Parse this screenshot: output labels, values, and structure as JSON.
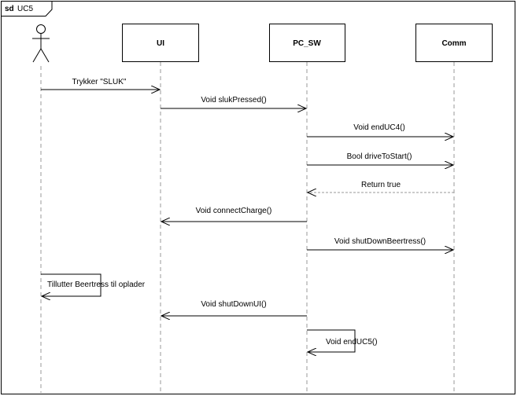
{
  "frame": {
    "kind": "sd",
    "name": "UC5"
  },
  "lifelines": [
    {
      "id": "actor",
      "label": ""
    },
    {
      "id": "ui",
      "label": "UI"
    },
    {
      "id": "pc_sw",
      "label": "PC_SW"
    },
    {
      "id": "comm",
      "label": "Comm"
    }
  ],
  "messages": [
    {
      "from": "actor",
      "to": "ui",
      "label": "Trykker \"SLUK\"",
      "kind": "sync"
    },
    {
      "from": "ui",
      "to": "pc_sw",
      "label": "Void slukPressed()",
      "kind": "sync"
    },
    {
      "from": "pc_sw",
      "to": "comm",
      "label": "Void endUC4()",
      "kind": "sync"
    },
    {
      "from": "pc_sw",
      "to": "comm",
      "label": "Bool driveToStart()",
      "kind": "sync"
    },
    {
      "from": "comm",
      "to": "pc_sw",
      "label": "Return true",
      "kind": "return"
    },
    {
      "from": "pc_sw",
      "to": "ui",
      "label": "Void connectCharge()",
      "kind": "sync"
    },
    {
      "from": "pc_sw",
      "to": "comm",
      "label": "Void shutDownBeertress()",
      "kind": "sync"
    },
    {
      "from": "actor",
      "to": "actor",
      "label": "Tillutter Beertress til oplader",
      "kind": "self"
    },
    {
      "from": "pc_sw",
      "to": "ui",
      "label": "Void shutDownUI()",
      "kind": "sync"
    },
    {
      "from": "pc_sw",
      "to": "pc_sw",
      "label": "Void endUC5()",
      "kind": "self"
    }
  ]
}
